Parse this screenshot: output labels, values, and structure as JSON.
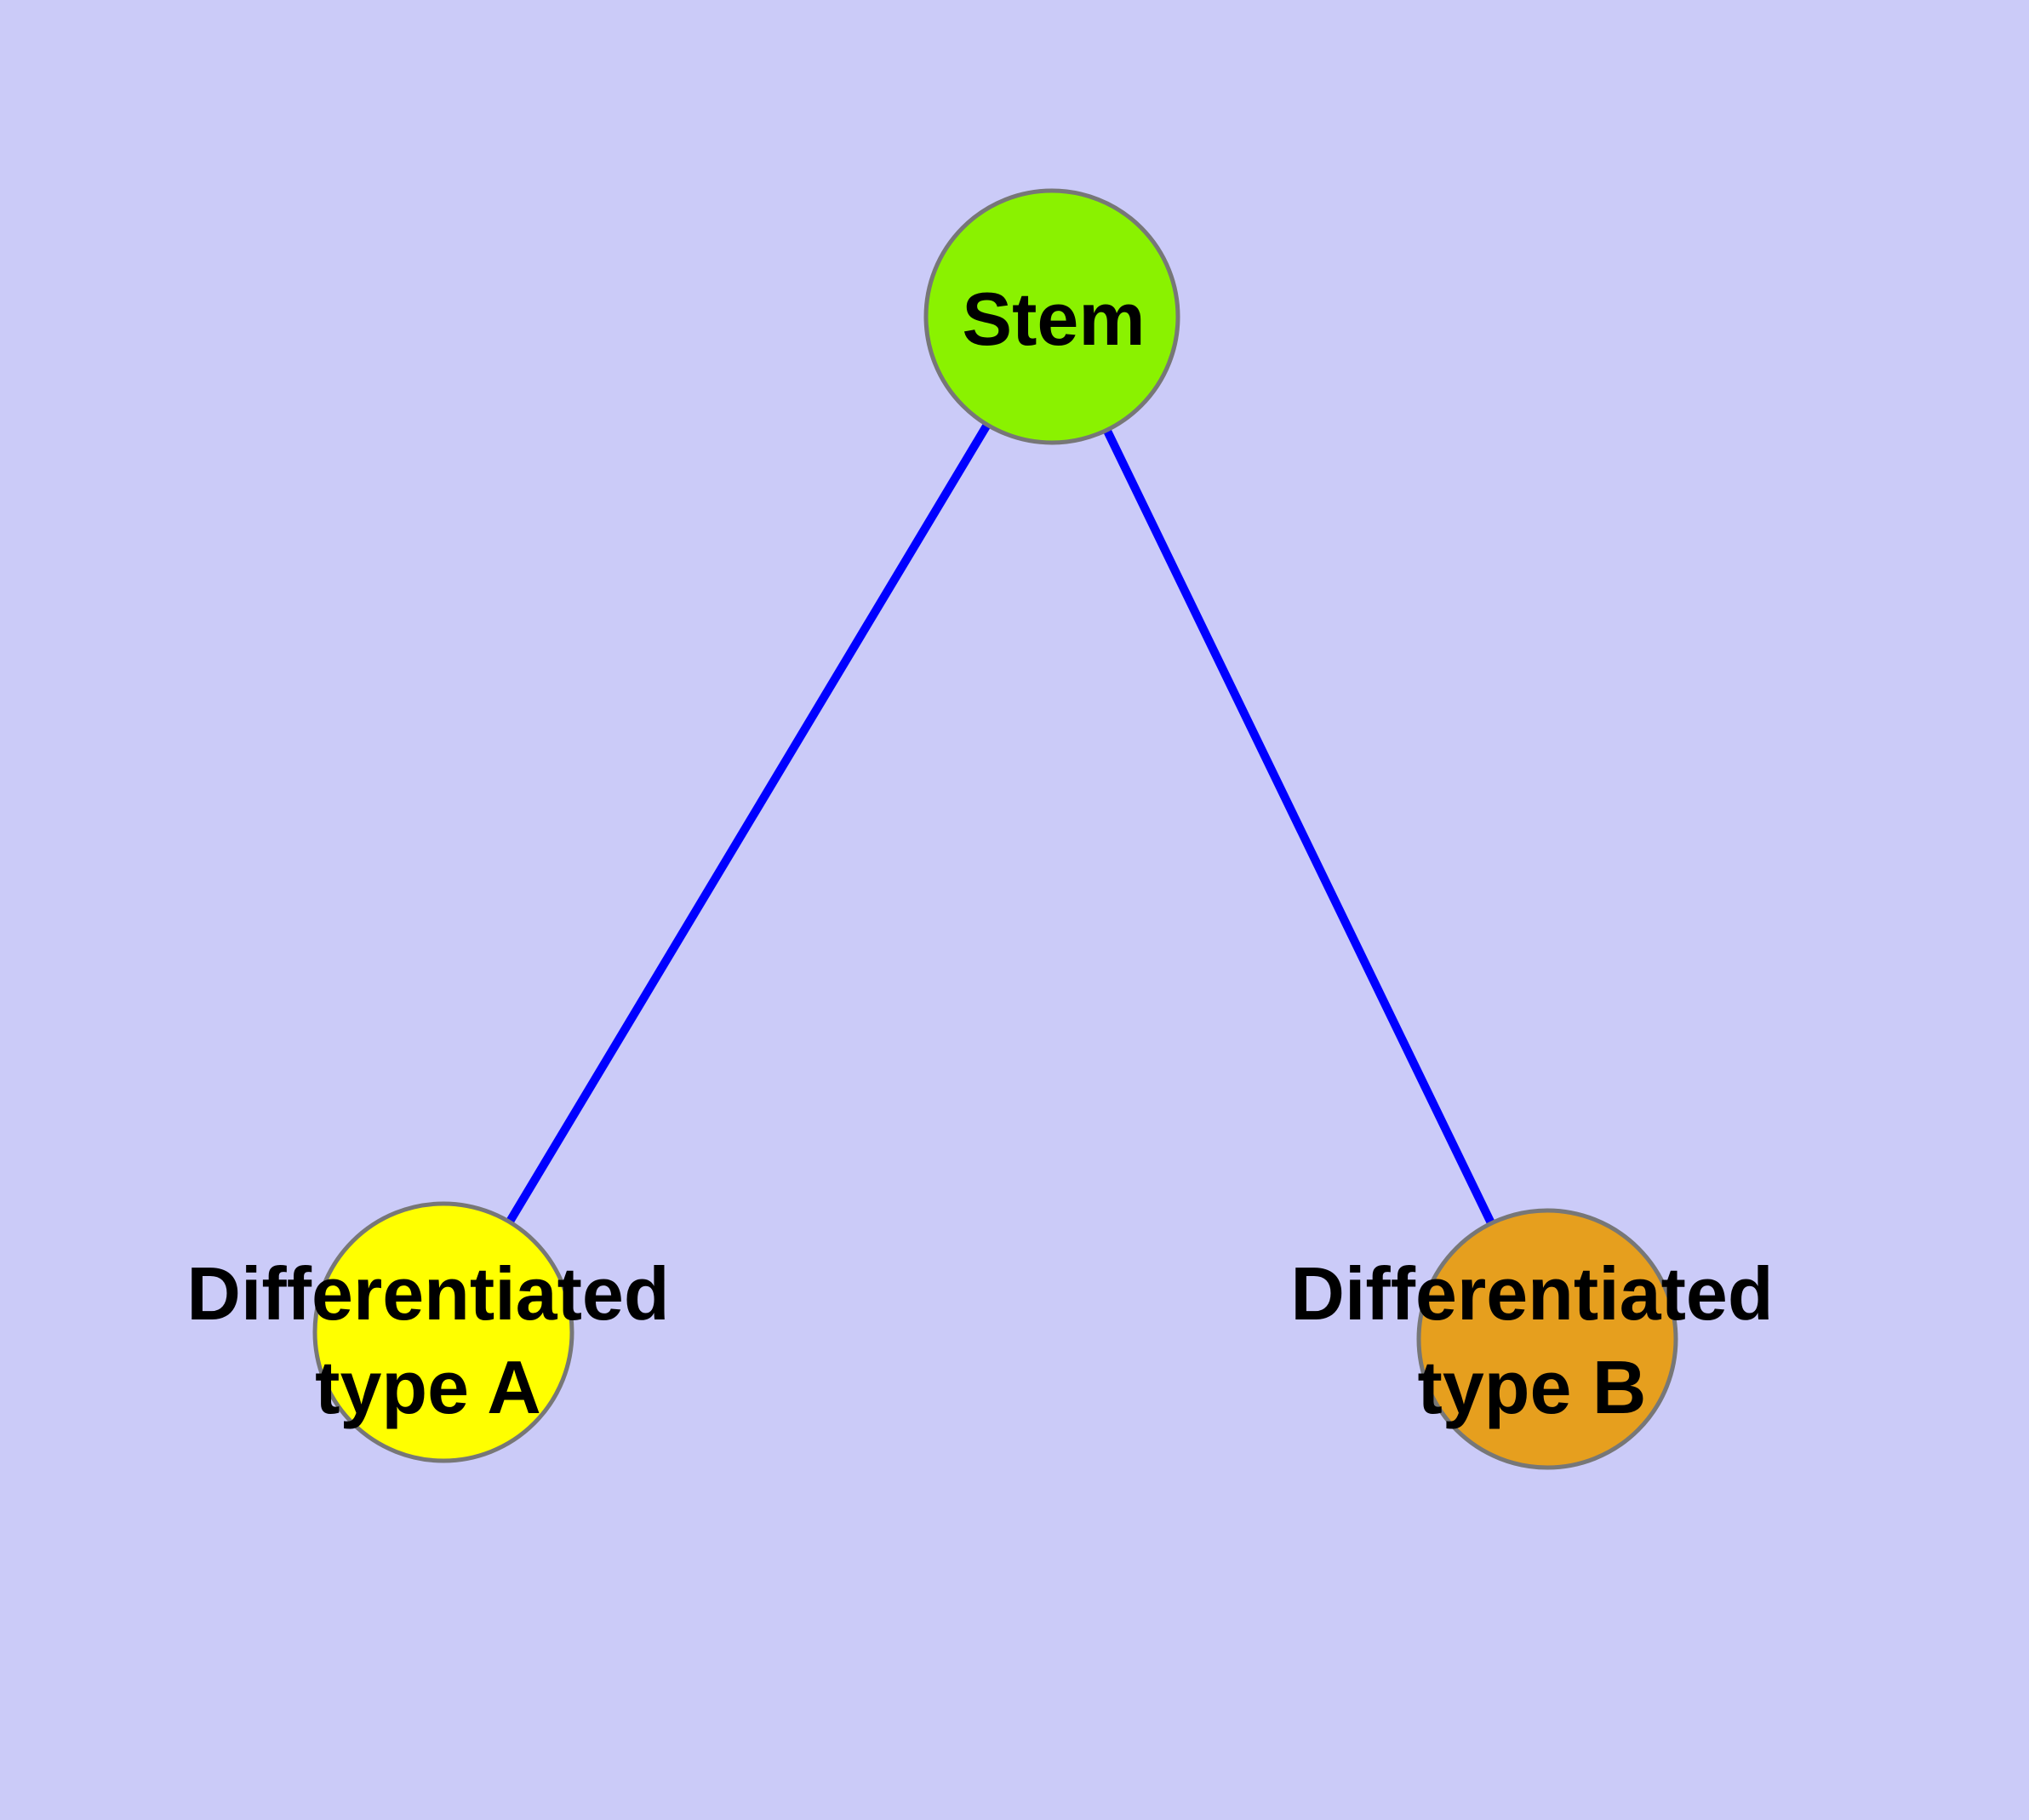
{
  "diagram": {
    "title": "",
    "background_color": "#CBCBF8",
    "edge_color": "#0000FF",
    "node_border_color": "#777777",
    "text_color": "#000000",
    "nodes": [
      {
        "id": "stem",
        "label": "Stem",
        "label_lines": [
          "Stem"
        ],
        "color": "#8AF200"
      },
      {
        "id": "differentiated-type-a",
        "label": "Differentiated type A",
        "label_lines": [
          "Differentiated",
          "type A"
        ],
        "color": "#FFFF00"
      },
      {
        "id": "differentiated-type-b",
        "label": "Differentiated type B",
        "label_lines": [
          "Differentiated",
          "type B"
        ],
        "color": "#E69F1E"
      }
    ],
    "edges": [
      {
        "from": "Stem",
        "to": "Differentiated type A"
      },
      {
        "from": "Stem",
        "to": "Differentiated type B"
      }
    ]
  }
}
